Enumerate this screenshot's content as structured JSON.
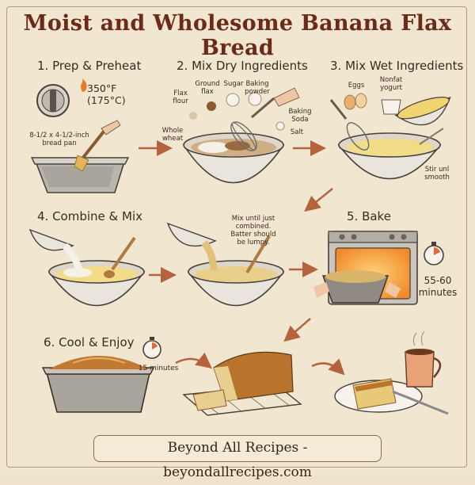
{
  "title": "Moist and Wholesome Banana Flax Bread",
  "steps": [
    {
      "label": "1. Prep & Preheat"
    },
    {
      "label": "2. Mix Dry Ingredients"
    },
    {
      "label": "3. Mix Wet Ingredients"
    },
    {
      "label": "4. Combine & Mix"
    },
    {
      "label": "5. Bake"
    },
    {
      "label": "6. Cool & Enjoy"
    }
  ],
  "prep": {
    "temp_f": "350°F",
    "temp_c": "(175°C)",
    "pan_line1": "8-1/2 x 4-1/2-inch",
    "pan_line2": "bread pan"
  },
  "dry": {
    "flax_flour_1": "Flax",
    "flax_flour_2": "flour",
    "ground_flax_1": "Ground",
    "ground_flax_2": "flax",
    "sugar": "Sugar",
    "baking_powder_1": "Baking",
    "baking_powder_2": "powder",
    "whole_wheat_1": "Whole",
    "whole_wheat_2": "wheat",
    "baking_soda_1": "Baking",
    "baking_soda_2": "Soda",
    "salt": "Salt"
  },
  "wet": {
    "eggs": "Eggs",
    "yogurt_1": "Nonfat",
    "yogurt_2": "yogurt",
    "stir_1": "Stir unl",
    "stir_2": "smooth"
  },
  "combine": {
    "note_1": "Mix until just",
    "note_2": "combined.",
    "note_3": "Batter should",
    "note_4": "be lumpy."
  },
  "bake": {
    "time_1": "55-60",
    "time_2": "minutes"
  },
  "cool": {
    "time": "15 minutes"
  },
  "footer": "Beyond All Recipes - beyondallrecipes.com",
  "colors": {
    "title": "#6b2a1a",
    "background": "#f1e6cf",
    "arrow": "#b5623e"
  }
}
